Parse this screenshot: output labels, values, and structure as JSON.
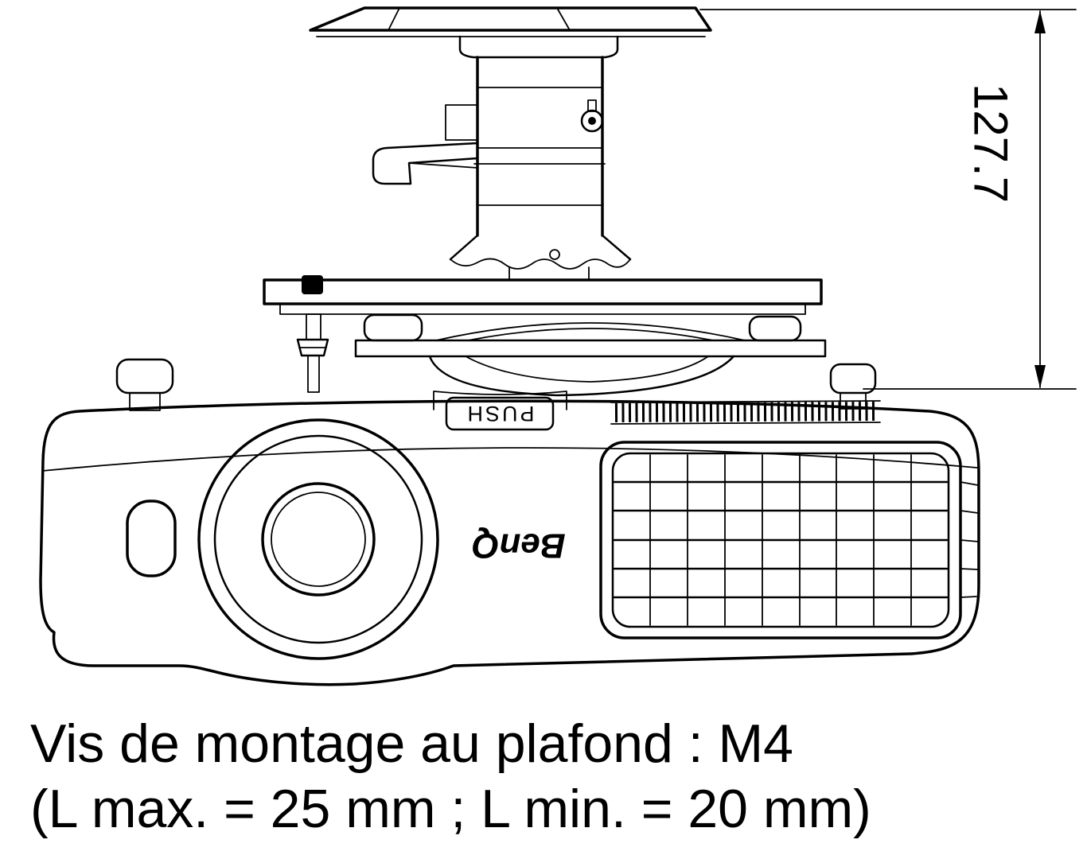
{
  "diagram": {
    "dimension": {
      "value": "127.7"
    },
    "labels": {
      "push": "PUSH",
      "brand": "BenQ"
    },
    "caption": {
      "line1": "Vis de montage au plafond : M4",
      "line2": "(L max. = 25 mm ; L min. = 20 mm)"
    },
    "colors": {
      "ink": "#000000",
      "background": "#ffffff"
    }
  }
}
